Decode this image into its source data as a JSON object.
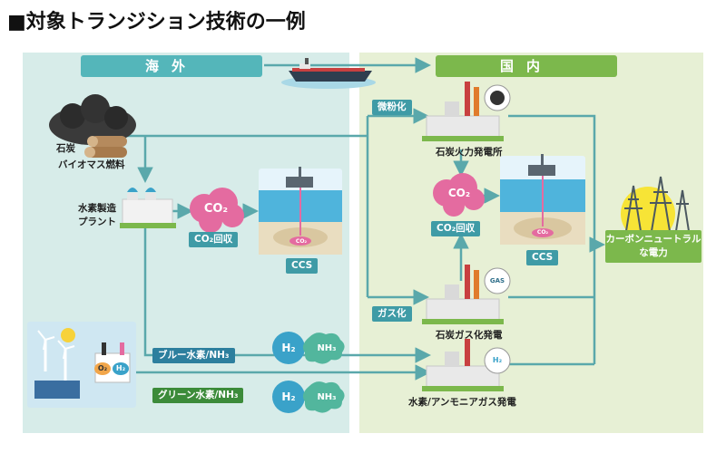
{
  "title": "■対象トランジション技術の一例",
  "regions": {
    "overseas": "海外",
    "domestic": "国内"
  },
  "labels": {
    "coal": "石炭",
    "biomass": "バイオマス燃料",
    "hydrogen_plant_1": "水素製造",
    "hydrogen_plant_2": "プラント",
    "co2_capture_overseas": "CO₂回収",
    "ccs_overseas": "CCS",
    "co2_capture_domestic": "CO₂回収",
    "ccs_domestic": "CCS",
    "pulverizer": "微粉化",
    "coal_power": "石炭火力発電所",
    "gasification": "ガス化",
    "igcc": "石炭ガス化発電",
    "h2_nh3_power": "水素/アンモニアガス発電",
    "carbon_neutral_1": "カーボンニュートラル",
    "carbon_neutral_2": "な電力",
    "blue_h2": "ブルー水素/NH₃",
    "green_h2": "グリーン水素/NH₃"
  },
  "bubbles": {
    "co2": "CO₂",
    "h2": "H₂",
    "nh3": "NH₃",
    "gas": "GAS",
    "o2": "O₂",
    "h2_small": "H₂",
    "co2_small": "CO₂"
  },
  "colors": {
    "sea_bg": "#d7ece9",
    "land_bg": "#e7f0d5",
    "arrow": "#5aa8ab",
    "co2_pink": "#e46ba0",
    "h2_blue": "#3aa2c9",
    "nh3_teal": "#52b69d",
    "accent_green": "#7cb84c"
  }
}
